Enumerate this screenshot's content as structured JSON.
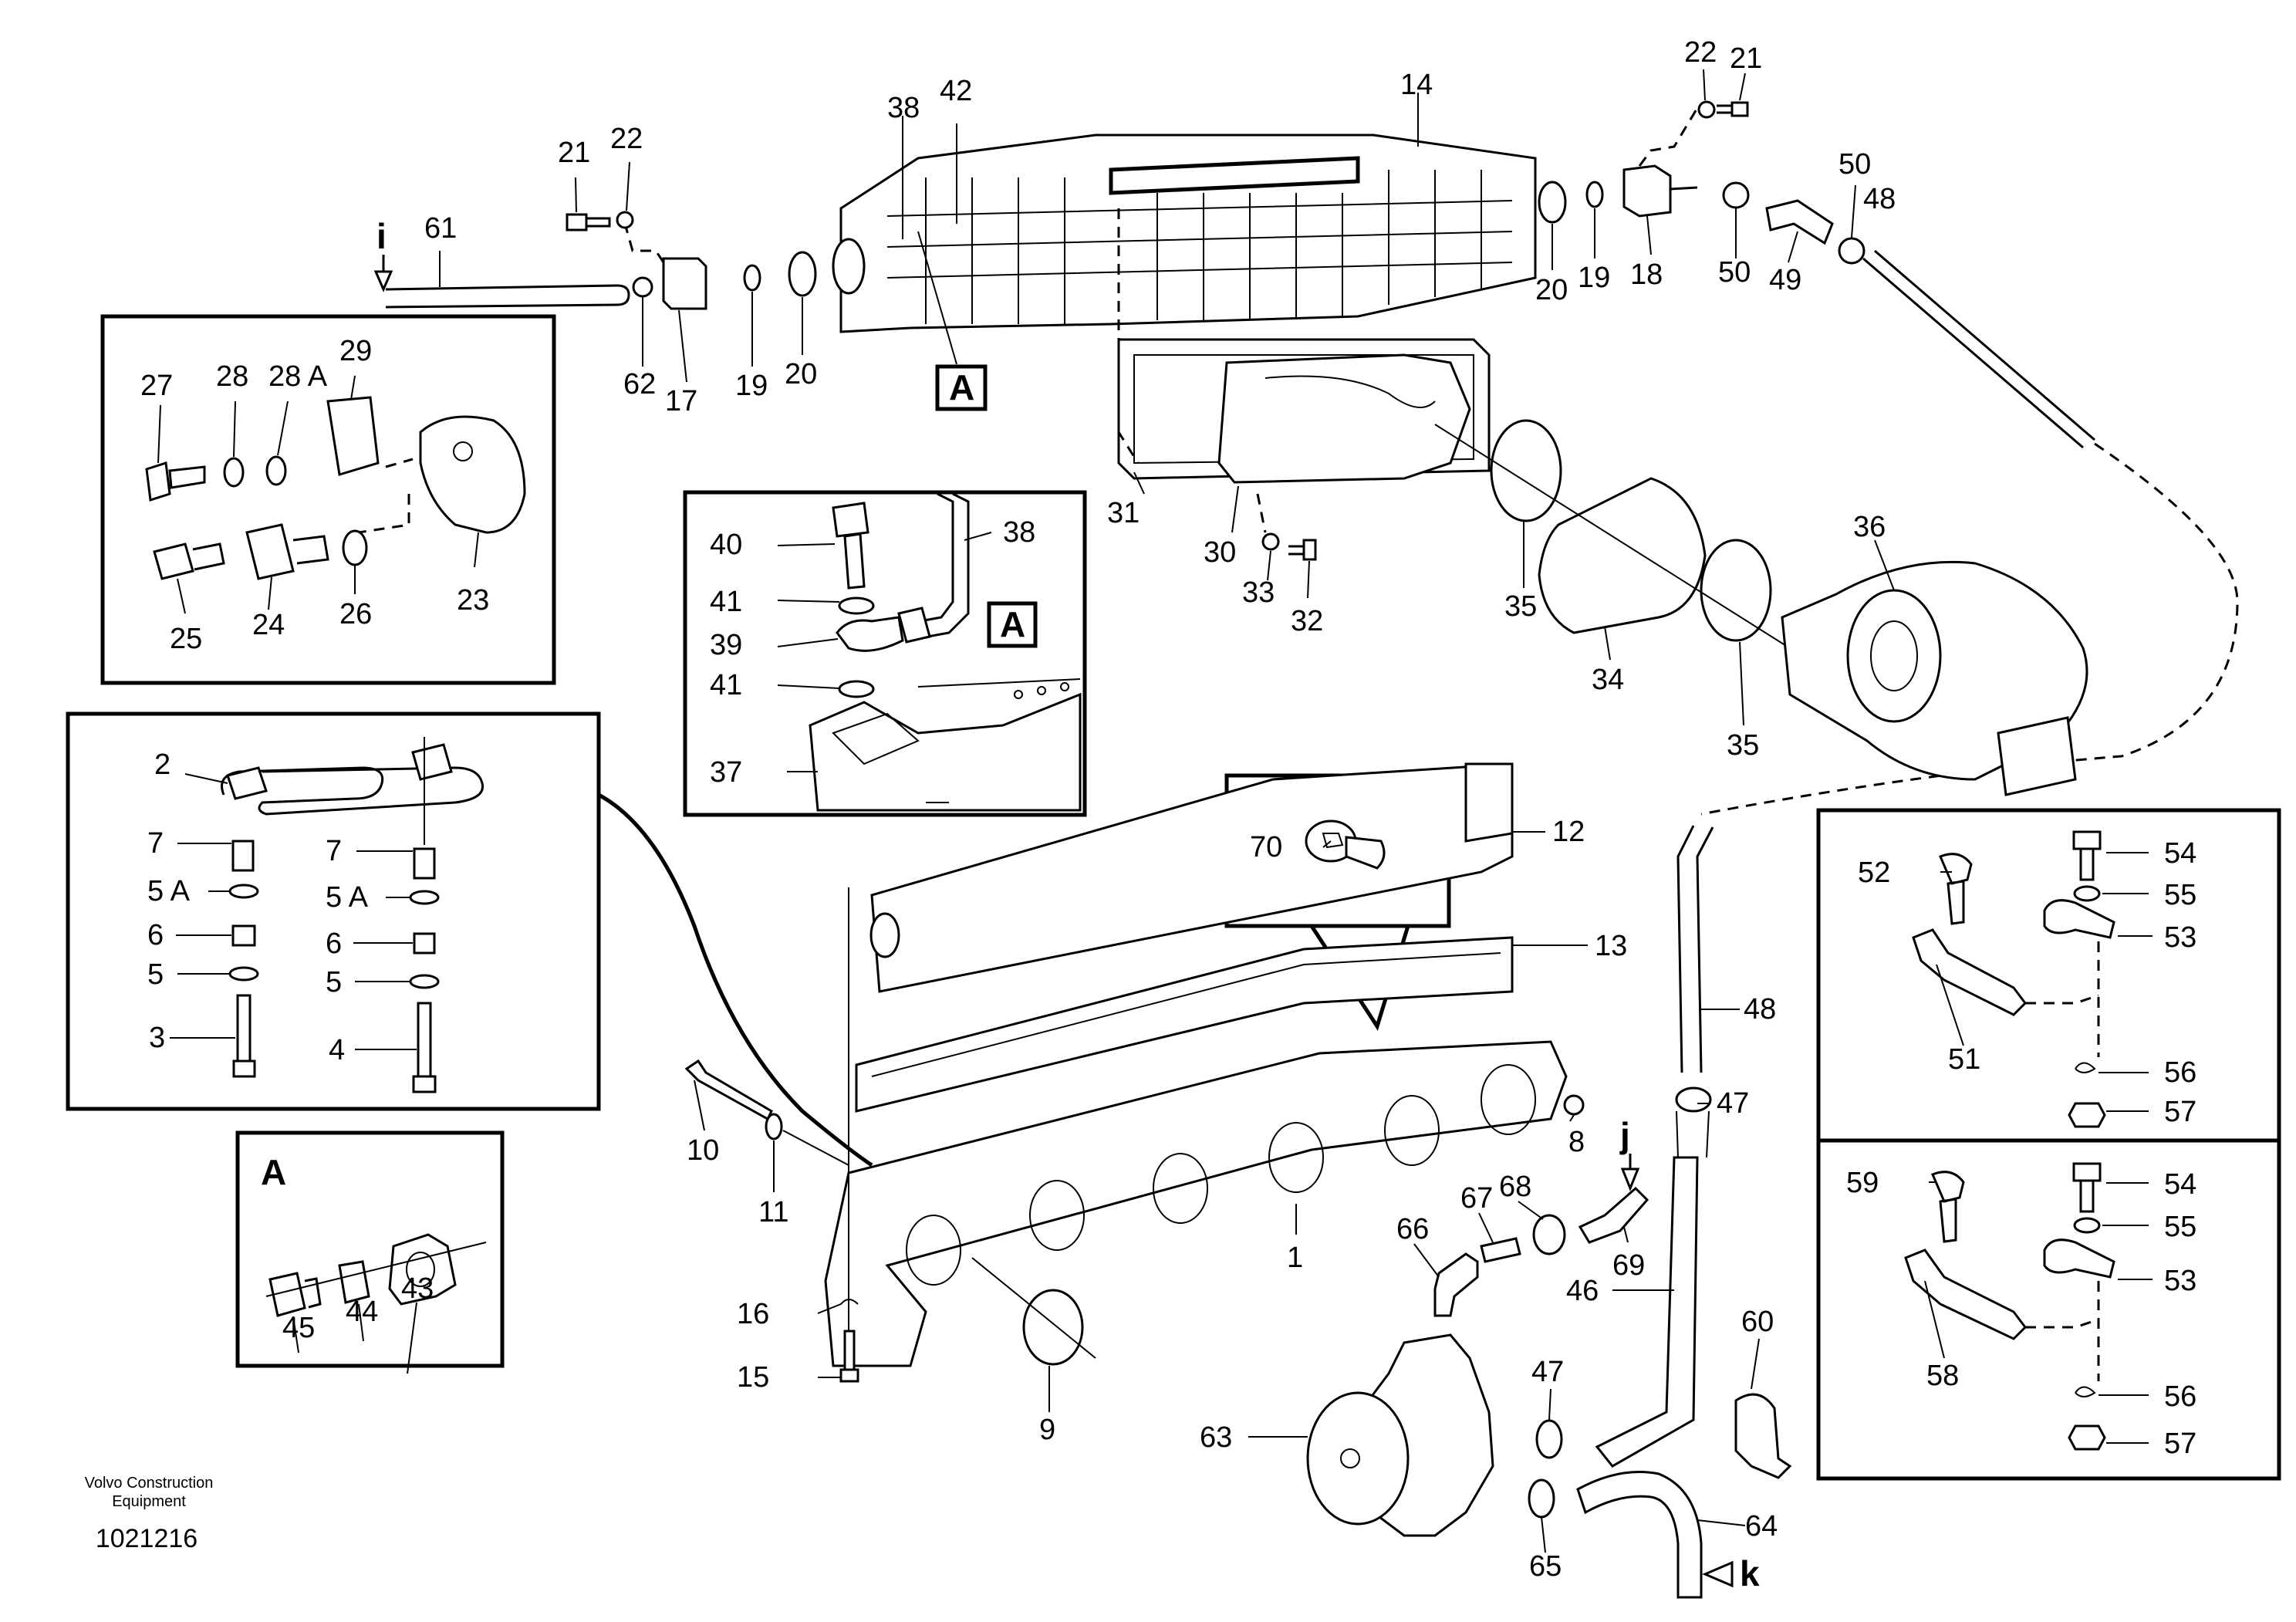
{
  "publisher": {
    "line1": "Volvo Construction",
    "line2": "Equipment"
  },
  "document_number": "1021216",
  "flow_markers": {
    "i": "i",
    "j": "j",
    "k": "k"
  },
  "detail_ref": "A",
  "labels": {
    "l1": "1",
    "l2": "2",
    "l3": "3",
    "l4": "4",
    "l5a": "5 A",
    "l5a_b": "5 A",
    "l5": "5",
    "l5b": "5",
    "l6": "6",
    "l6b": "6",
    "l7": "7",
    "l7b": "7",
    "l8": "8",
    "l9": "9",
    "l10": "10",
    "l11": "11",
    "l12": "12",
    "l13": "13",
    "l14": "14",
    "l15": "15",
    "l16": "16",
    "l17": "17",
    "l18": "18",
    "l19": "19",
    "l19b": "19",
    "l20": "20",
    "l20b": "20",
    "l21": "21",
    "l21b": "21",
    "l22": "22",
    "l22b": "22",
    "l23": "23",
    "l24": "24",
    "l25": "25",
    "l26": "26",
    "l27": "27",
    "l28": "28",
    "l28a": "28 A",
    "l29": "29",
    "l30": "30",
    "l31": "31",
    "l32": "32",
    "l33": "33",
    "l34": "34",
    "l35": "35",
    "l35b": "35",
    "l36": "36",
    "l37": "37",
    "l38": "38",
    "l38b": "38",
    "l39": "39",
    "l40": "40",
    "l41": "41",
    "l41b": "41",
    "l42": "42",
    "l43": "43",
    "l44": "44",
    "l45": "45",
    "l46": "46",
    "l47": "47",
    "l47b": "47",
    "l48": "48",
    "l48b": "48",
    "l49": "49",
    "l50": "50",
    "l50b": "50",
    "l51": "51",
    "l52": "52",
    "l53": "53",
    "l53b": "53",
    "l54": "54",
    "l54b": "54",
    "l55": "55",
    "l55b": "55",
    "l56": "56",
    "l56b": "56",
    "l57": "57",
    "l57b": "57",
    "l58": "58",
    "l59": "59",
    "l60": "60",
    "l61": "61",
    "l62": "62",
    "l63": "63",
    "l64": "64",
    "l65": "65",
    "l66": "66",
    "l67": "67",
    "l68": "68",
    "l69": "69",
    "l70": "70"
  }
}
